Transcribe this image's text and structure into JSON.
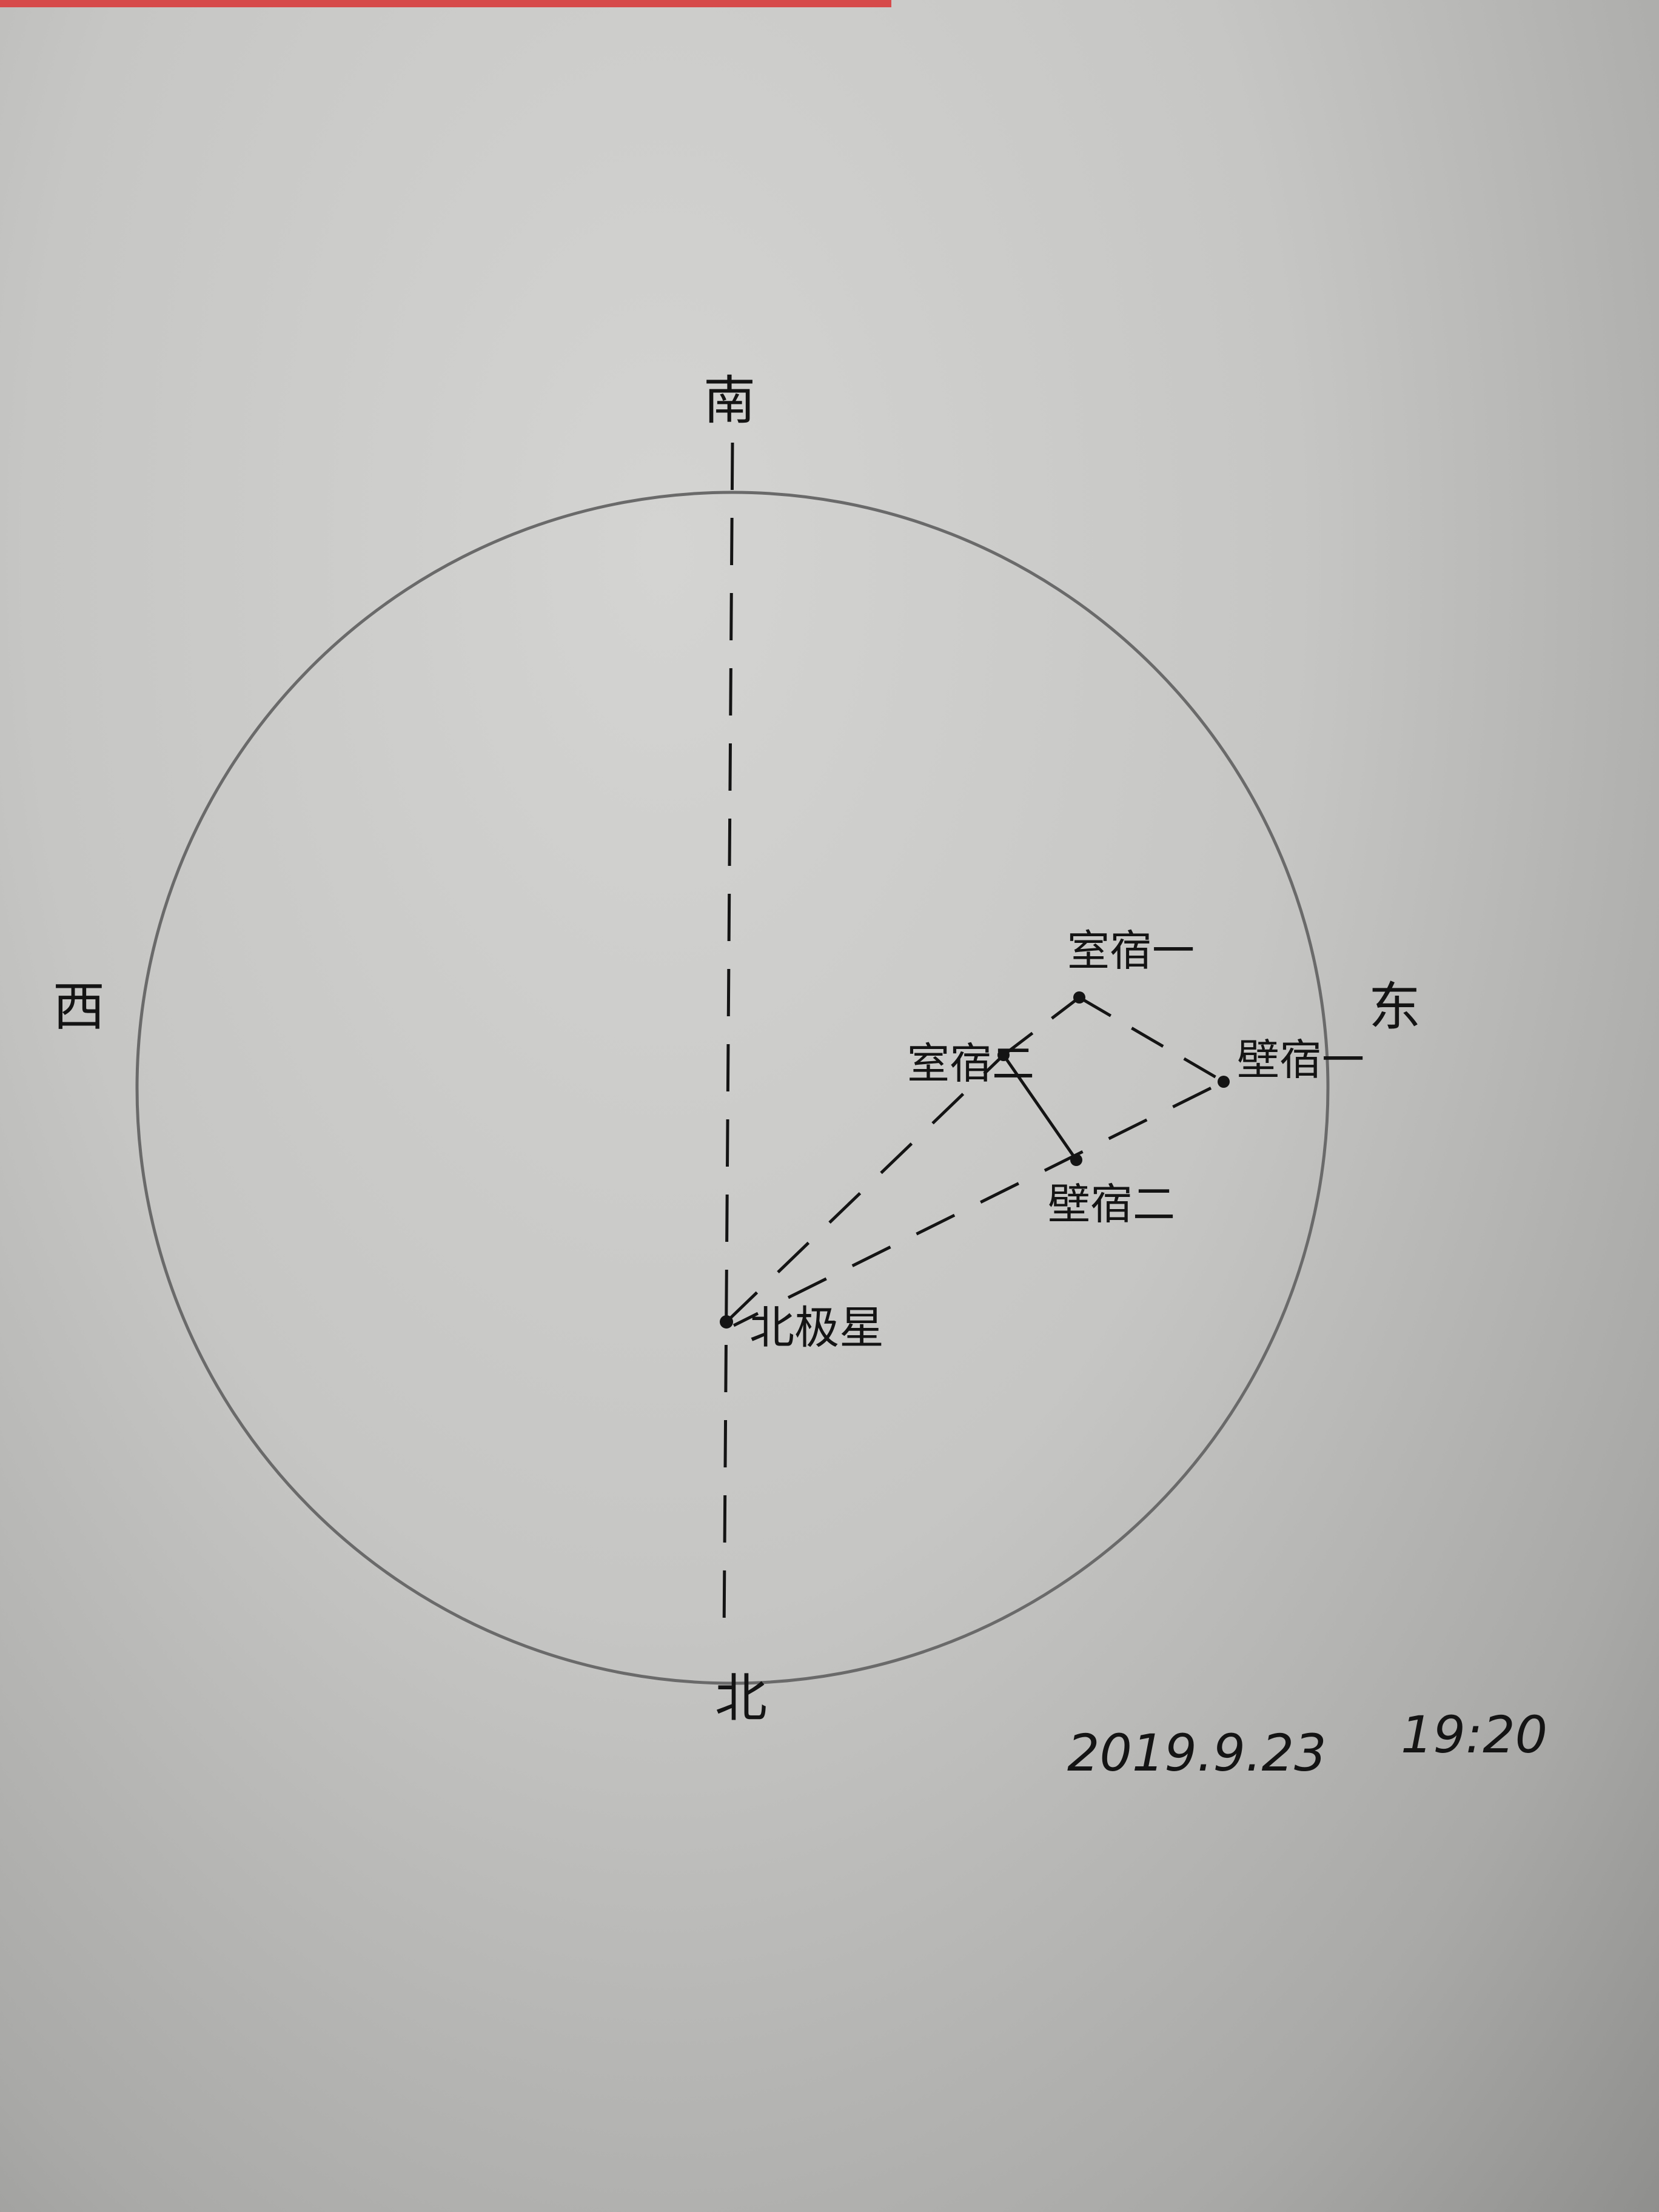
{
  "directions": {
    "south": "南",
    "west": "西",
    "east": "东",
    "north": "北"
  },
  "stars": {
    "polaris": "北极星",
    "shi_1": "室宿一",
    "shi_2": "室宿二",
    "bi_1": "壁宿一",
    "bi_2": "壁宿二"
  },
  "date": "2019.9.23",
  "time": "19:20",
  "colors": {
    "ink": "#141414",
    "circle": "#6a6a6a"
  }
}
